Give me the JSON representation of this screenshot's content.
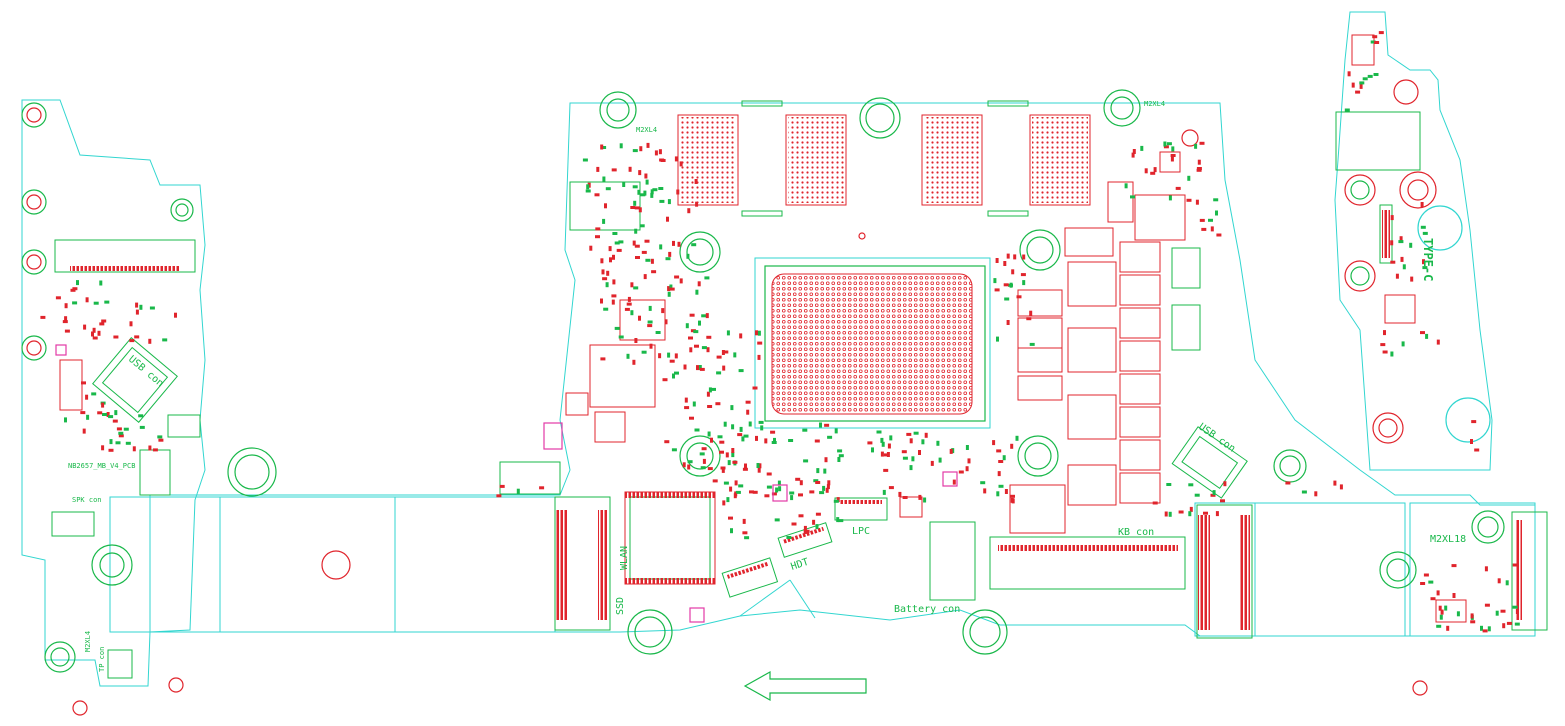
{
  "colors": {
    "outline": "#32d6d0",
    "component": "#19b84a",
    "pad": "#e0242c",
    "marker": "#e23aa6",
    "background": "#ffffff"
  },
  "labels": {
    "pcb_name": "NB2657_MB_V4_PCB",
    "usb_left": "USB con",
    "usb_right": "USB con",
    "ssd": "SSD",
    "wlan": "WLAN",
    "lpc": "LPC",
    "hdt": "HDT",
    "kb_con": "KB con",
    "battery_con": "Battery con",
    "spk_con": "SPK con",
    "tp_con": "TP con",
    "type_c": "TYPE-C",
    "m2xl4_a": "M2XL4",
    "m2xl4_b": "M2XL4",
    "m2xl4_c": "M2XL4",
    "m2xl18": "M2XL18"
  },
  "icons": {
    "direction_arrow": "arrow-left-icon",
    "mount_hole": "mount-hole-icon"
  }
}
